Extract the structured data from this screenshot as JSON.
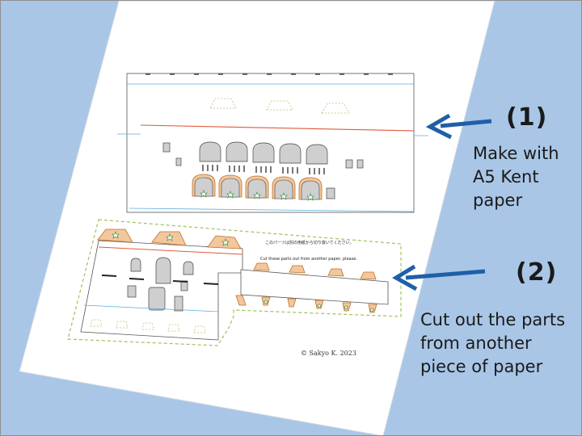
{
  "callouts": [
    {
      "number": "(1)",
      "caption_lines": [
        "Make with",
        "A5 Kent",
        "paper"
      ]
    },
    {
      "number": "(2)",
      "caption_lines": [
        "Cut out the parts",
        "from another",
        "piece of paper"
      ]
    }
  ],
  "sheet": {
    "note_japanese": "このパーツは別の用紙から切り抜いてください。",
    "note_english": "Cut these parts out from another paper, please.",
    "copyright": "© Sakyo K.  2023"
  },
  "colors": {
    "background": "#a9c6e6",
    "paper": "#ffffff",
    "arrow": "#1f5fa9",
    "dashed_border": "#9dc35a",
    "red_line": "#e05a3a",
    "blue_line": "#5aaee0",
    "window_fill": "#cfcfcf",
    "outline_fill": "#f2c79b"
  }
}
